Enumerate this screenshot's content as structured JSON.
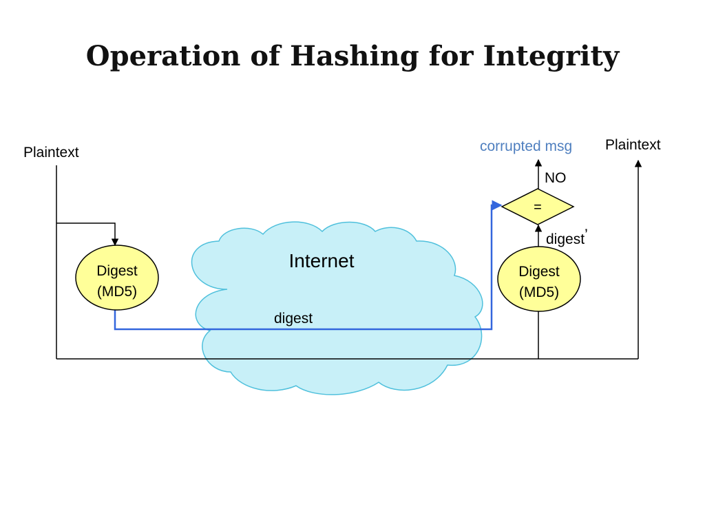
{
  "title": "Operation of Hashing for Integrity",
  "labels": {
    "plaintext_left": "Plaintext",
    "plaintext_right": "Plaintext",
    "corrupted_msg": "corrupted msg",
    "no": "NO",
    "compare": "=",
    "digest_prime": "digest",
    "prime_mark": "’",
    "internet": "Internet",
    "digest_channel": "digest"
  },
  "digest_boxes": {
    "left": {
      "line1": "Digest",
      "line2": "(MD5)"
    },
    "right": {
      "line1": "Digest",
      "line2": "(MD5)"
    }
  },
  "colors": {
    "cloud_fill": "#c8f0f8",
    "cloud_stroke": "#4fc0dc",
    "ellipse_fill": "#ffff99",
    "diamond_fill": "#ffff99",
    "digest_path": "#3366dd",
    "corrupted_text": "#4f7fbf",
    "line": "#000000"
  }
}
